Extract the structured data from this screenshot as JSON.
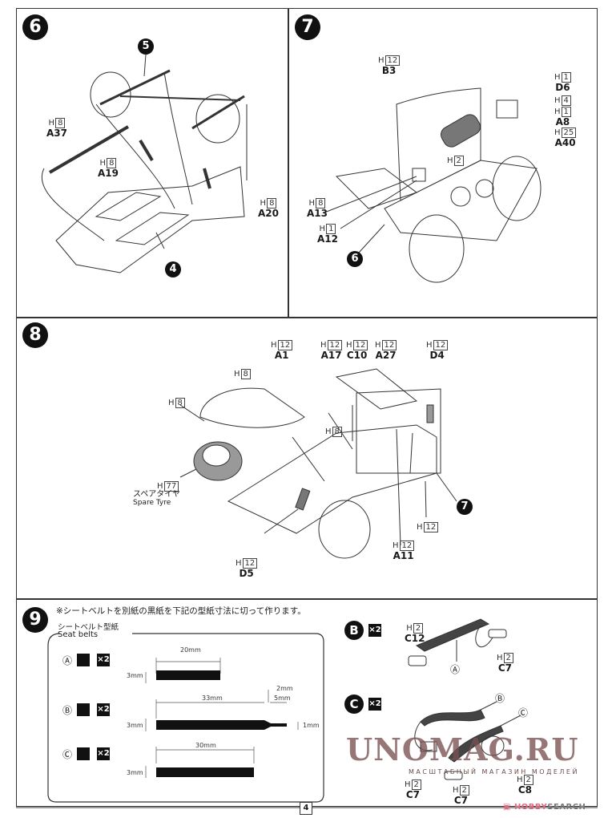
{
  "page": {
    "number": "4"
  },
  "steps": [
    {
      "number": "6",
      "refs": [
        "5",
        "4"
      ],
      "labels": [
        {
          "h": "H",
          "color": "8",
          "part": "A37"
        },
        {
          "h": "H",
          "color": "8",
          "part": "A19"
        },
        {
          "h": "H",
          "color": "8",
          "part": "A20"
        }
      ]
    },
    {
      "number": "7",
      "refs": [
        "6"
      ],
      "labels": [
        {
          "h": "H",
          "color": "12",
          "part": "B3"
        },
        {
          "h": "H",
          "color": "1",
          "part": "D6"
        },
        {
          "h": "H",
          "color": "4",
          "part": ""
        },
        {
          "h": "H",
          "color": "1",
          "part": "A8"
        },
        {
          "h": "H",
          "color": "25",
          "part": "A40"
        },
        {
          "h": "H",
          "color": "2",
          "part": ""
        },
        {
          "h": "H",
          "color": "8",
          "part": "A13"
        },
        {
          "h": "H",
          "color": "1",
          "part": "A12"
        }
      ]
    },
    {
      "number": "8",
      "refs": [
        "7"
      ],
      "labels": [
        {
          "h": "H",
          "color": "12",
          "part": "A1"
        },
        {
          "h": "H",
          "color": "8",
          "part": ""
        },
        {
          "h": "H",
          "color": "8",
          "part": ""
        },
        {
          "h": "H",
          "color": "12",
          "part": "A17"
        },
        {
          "h": "H",
          "color": "12",
          "part": "C10"
        },
        {
          "h": "H",
          "color": "12",
          "part": "A27"
        },
        {
          "h": "H",
          "color": "12",
          "part": "D4"
        },
        {
          "h": "H",
          "color": "8",
          "part": ""
        },
        {
          "h": "H",
          "color": "77",
          "part": ""
        },
        {
          "h": "H",
          "color": "12",
          "part": ""
        },
        {
          "h": "H",
          "color": "12",
          "part": "A11"
        },
        {
          "h": "H",
          "color": "12",
          "part": "D5"
        }
      ],
      "spare_tyre_jp": "スペアタイヤ",
      "spare_tyre_en": "Spare Tyre"
    },
    {
      "number": "9",
      "note": "※シートベルトを別紙の黒紙を下記の型紙寸法に切って作ります。",
      "template_title_jp": "シートベルト型紙",
      "template_title_en": "Seat belts",
      "belts": [
        {
          "id": "Ⓐ",
          "qty": "×2",
          "length": "20mm",
          "width": "3mm"
        },
        {
          "id": "Ⓑ",
          "qty": "×2",
          "length": "33mm",
          "width": "3mm",
          "taper": "2mm",
          "tail": "5mm",
          "tail_width": "1mm"
        },
        {
          "id": "Ⓒ",
          "qty": "×2",
          "length": "30mm",
          "width": "3mm"
        }
      ],
      "sub_b": {
        "letter": "B",
        "qty": "×2",
        "labels": [
          {
            "h": "H",
            "color": "2",
            "part": "C12"
          },
          {
            "h": "H",
            "color": "2",
            "part": "C7"
          }
        ],
        "belt_ref": "Ⓐ"
      },
      "sub_c": {
        "letter": "C",
        "qty": "×2",
        "labels": [
          {
            "h": "H",
            "color": "2",
            "part": "C7"
          },
          {
            "h": "H",
            "color": "2",
            "part": "C7"
          },
          {
            "h": "H",
            "color": "2",
            "part": "C8"
          }
        ],
        "belt_refs": [
          "Ⓑ",
          "Ⓒ"
        ]
      }
    }
  ],
  "watermark": {
    "main": "UNOMAG.RU",
    "sub": "МАСШТАБНЫЙ МАГАЗИН МОДЕЛЕЙ"
  },
  "footer_brand": {
    "part1": "HOBBY",
    "part2": "SEARCH",
    "icon": "hobby-search-logo-icon"
  }
}
